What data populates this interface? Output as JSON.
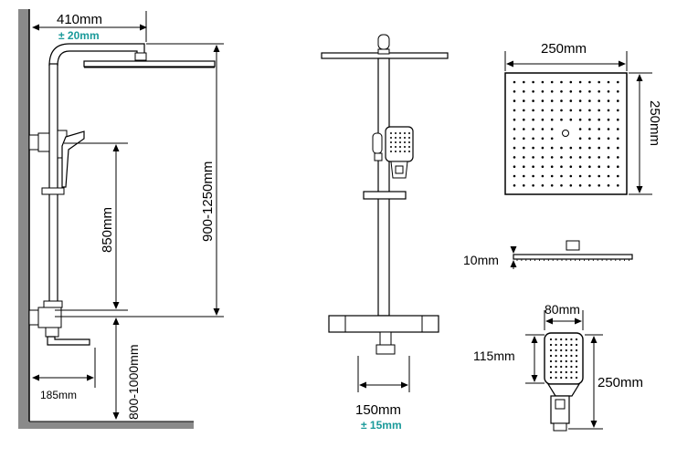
{
  "colors": {
    "line": "#000000",
    "tolerance": "#1a9a9a",
    "wall": "#6e6e6e"
  },
  "side_view": {
    "arm_length": "410mm",
    "arm_tolerance": "± 20mm",
    "total_height": "900-1250mm",
    "rail_height": "850mm",
    "mixer_height": "800-1000mm",
    "spout_length": "185mm"
  },
  "front_view": {
    "inlet_width": "150mm",
    "inlet_tolerance": "± 15mm"
  },
  "head_top": {
    "width": "250mm",
    "height": "250mm"
  },
  "head_profile": {
    "thickness": "10mm"
  },
  "hand_shower": {
    "width": "80mm",
    "head_length": "115mm",
    "total_length": "250mm"
  }
}
